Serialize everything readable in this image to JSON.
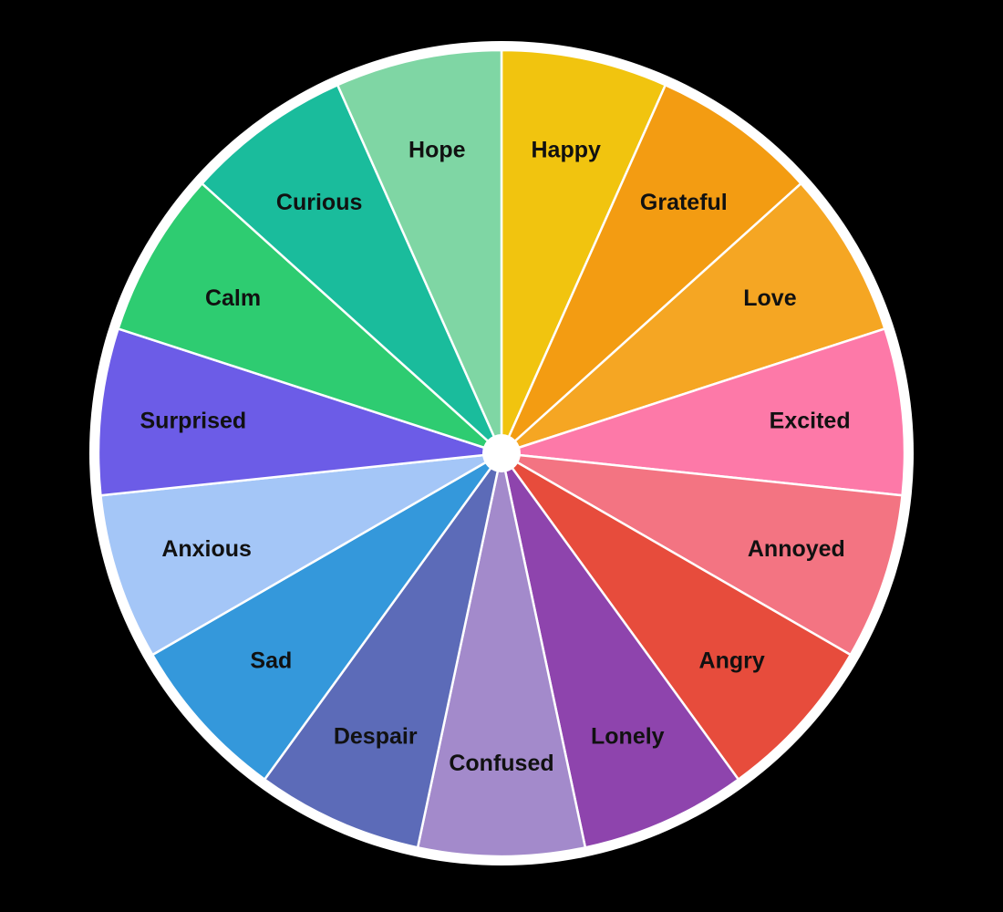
{
  "wheel": {
    "rim_color": "#ffffff",
    "hub_color": "#ffffff",
    "segments": [
      {
        "label": "Happy",
        "color": "#f1c40f"
      },
      {
        "label": "Grateful",
        "color": "#f39c12"
      },
      {
        "label": "Love",
        "color": "#f5a623"
      },
      {
        "label": "Excited",
        "color": "#fd79a8"
      },
      {
        "label": "Annoyed",
        "color": "#f37482"
      },
      {
        "label": "Angry",
        "color": "#e74c3c"
      },
      {
        "label": "Lonely",
        "color": "#8e44ad"
      },
      {
        "label": "Confused",
        "color": "#a38acb"
      },
      {
        "label": "Despair",
        "color": "#5c6bb8"
      },
      {
        "label": "Sad",
        "color": "#3498db"
      },
      {
        "label": "Anxious",
        "color": "#a4c6f7"
      },
      {
        "label": "Surprised",
        "color": "#6c5ce7"
      },
      {
        "label": "Calm",
        "color": "#2ecc71"
      },
      {
        "label": "Curious",
        "color": "#1abc9c"
      },
      {
        "label": "Hope",
        "color": "#7fd6a4"
      }
    ]
  }
}
